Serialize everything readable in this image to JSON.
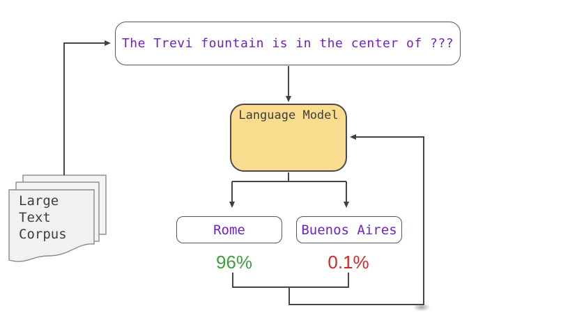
{
  "diagram": {
    "title": "language-model-prediction-flow",
    "prompt": {
      "text": "The Trevi fountain is in the center of ???"
    },
    "model": {
      "title": "Language Model",
      "icon": "neural-network-icon"
    },
    "answers": [
      {
        "label": "Rome",
        "probability": "96%",
        "probability_color": "#3f9c40"
      },
      {
        "label": "Buenos Aires",
        "probability": "0.1%",
        "probability_color": "#d32727"
      }
    ],
    "corpus": {
      "label": "Large\nText\nCorpus"
    },
    "colors": {
      "prompt_text": "#6e22c4",
      "answer_text": "#6e22c4",
      "model_fill": "#f9dc8e",
      "connector": "#454545",
      "corpus_fill": "#f4f3f1",
      "nn_edge": "#9b8a4a",
      "nn_input_fill": "#cdeccd",
      "nn_hidden_fill": "#c5e3ef",
      "nn_output_fill": "#fbf2ae"
    }
  }
}
